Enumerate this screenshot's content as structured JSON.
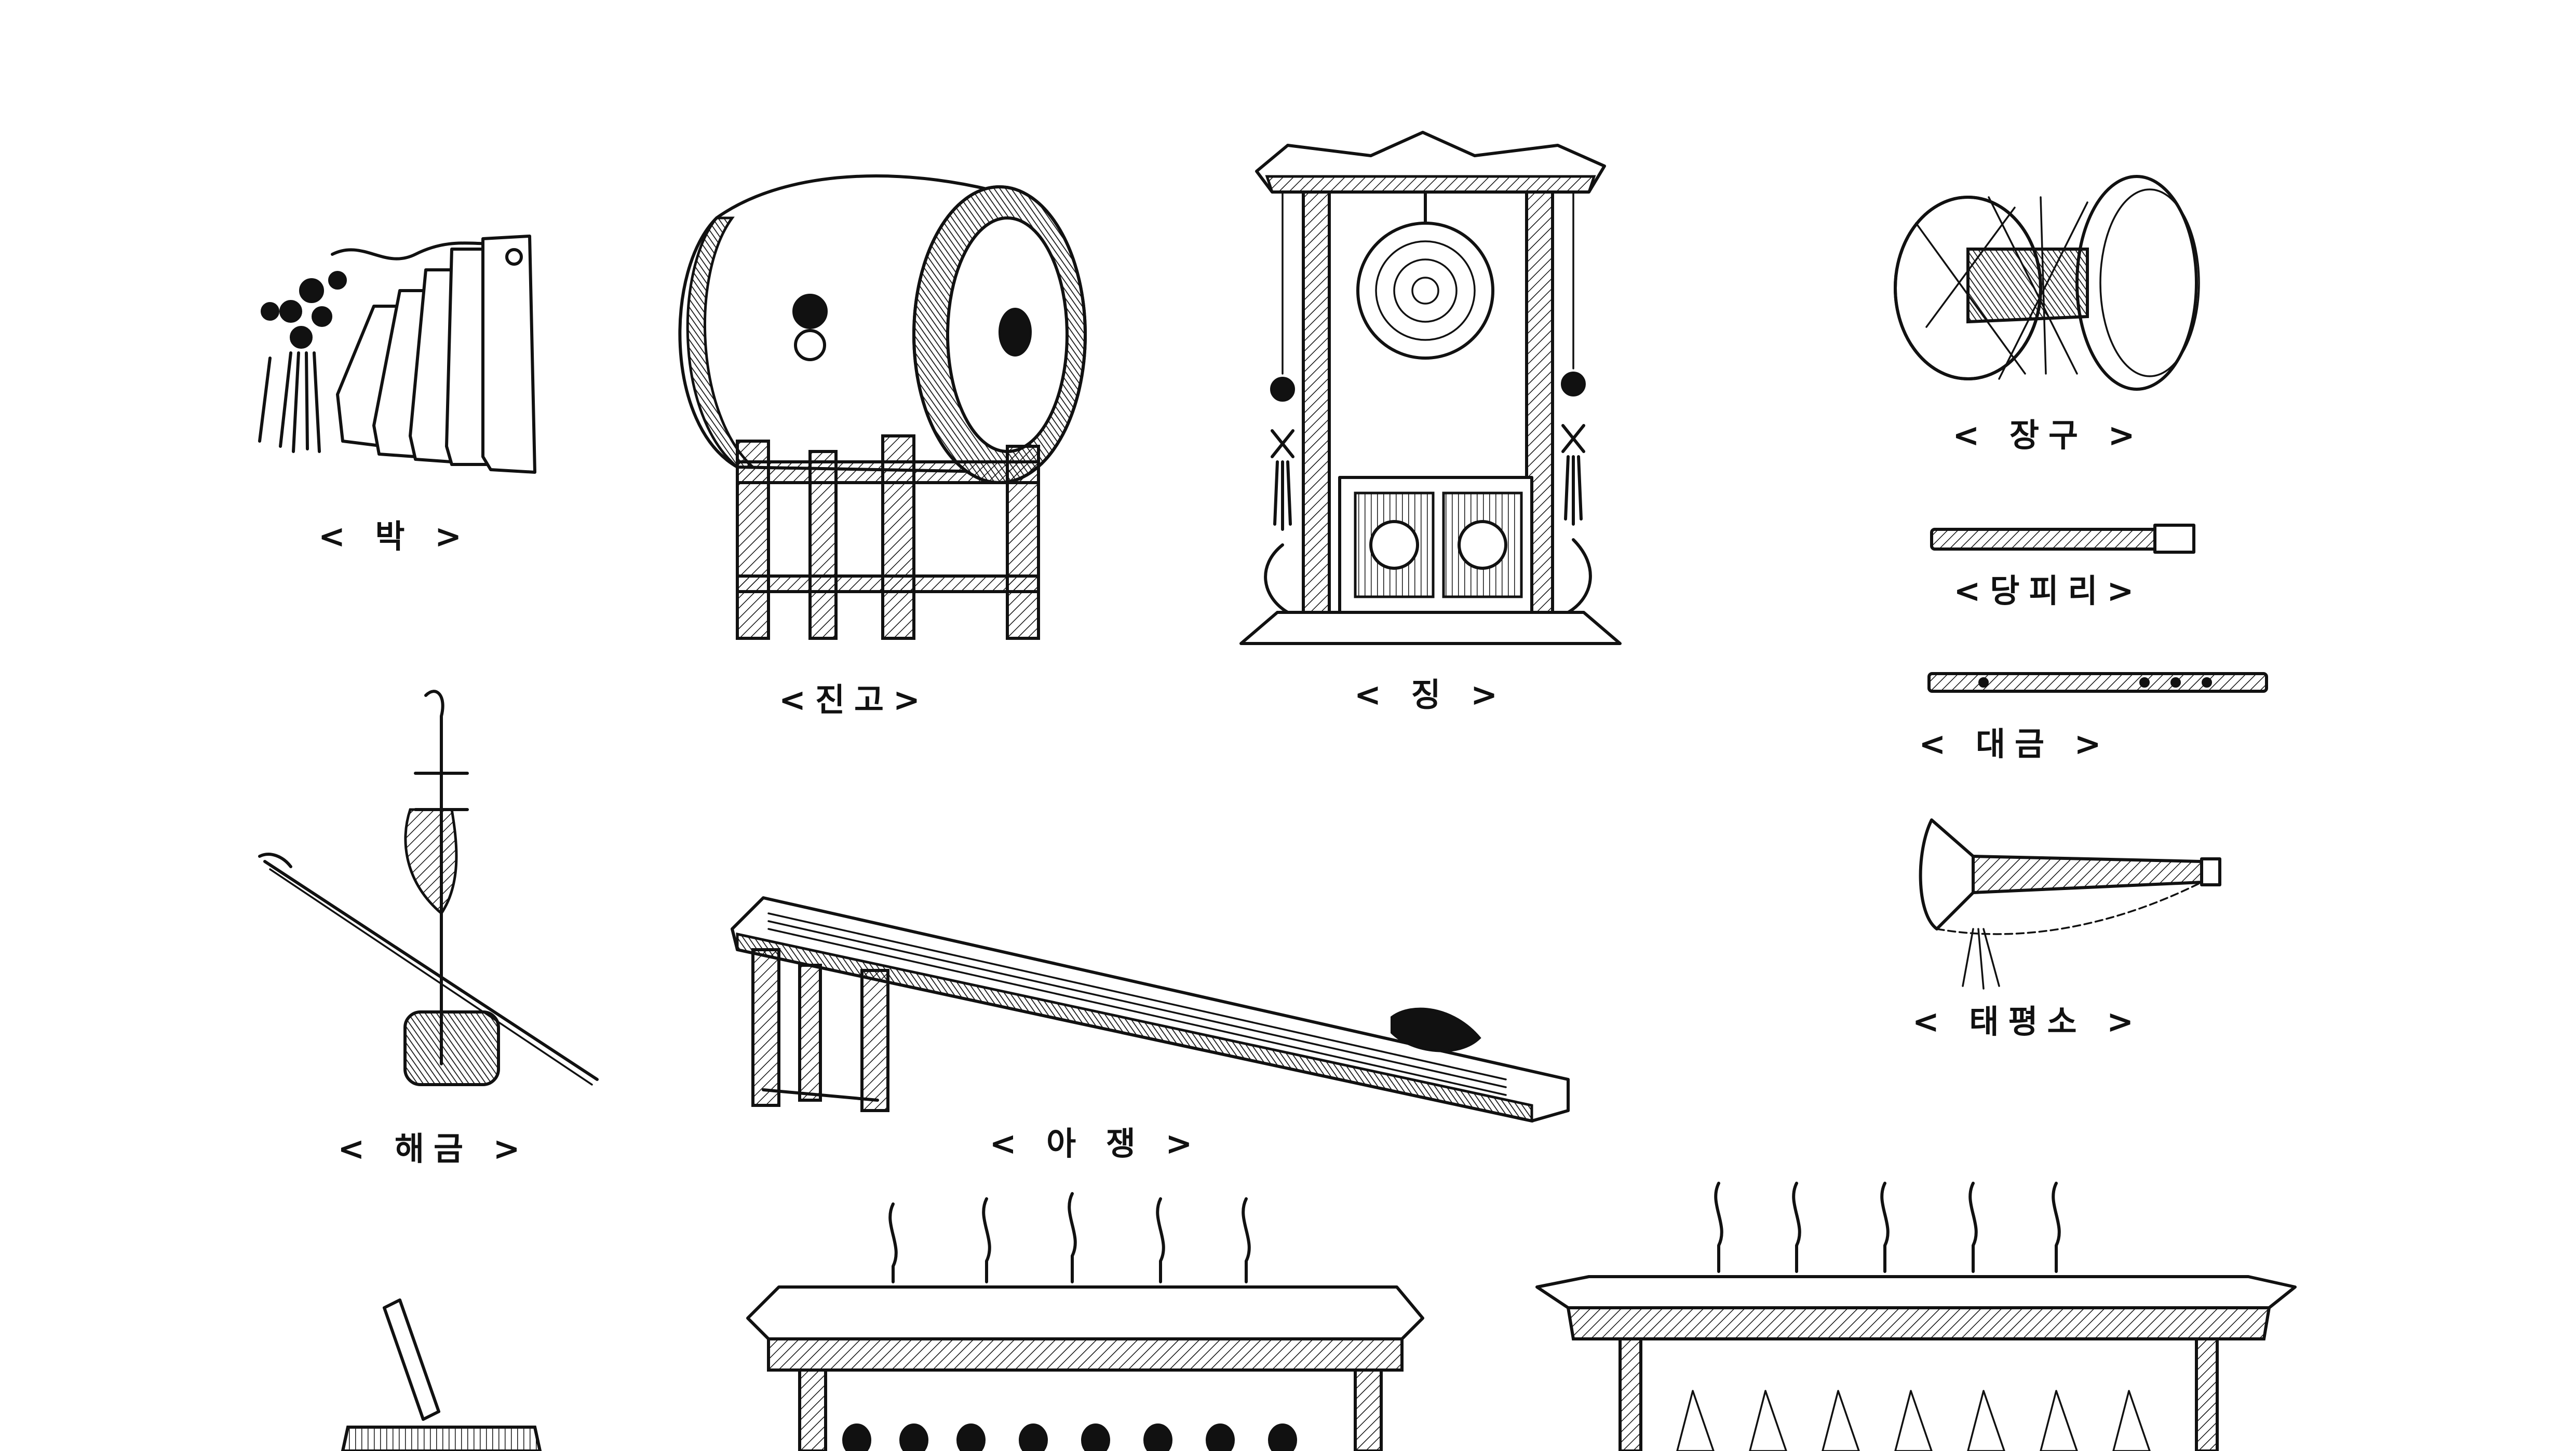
{
  "instruments": [
    {
      "id": "bak",
      "label": "< 박 >"
    },
    {
      "id": "jingo",
      "label": "<진고>"
    },
    {
      "id": "jing",
      "label": "< 징 >"
    },
    {
      "id": "janggu",
      "label": "< 장구 >"
    },
    {
      "id": "dangpiri",
      "label": "<당피리>"
    },
    {
      "id": "daegeum",
      "label": "< 대금 >"
    },
    {
      "id": "taepyeongso",
      "label": "< 태평소 >"
    },
    {
      "id": "haegeum",
      "label": "< 해금 >"
    },
    {
      "id": "ajaeng",
      "label": "< 아 쟁 >"
    },
    {
      "id": "bangnaegi",
      "label": ""
    },
    {
      "id": "pyeonjong",
      "label": ""
    },
    {
      "id": "pyeongyeong",
      "label": ""
    }
  ],
  "colors": {
    "ink": "#111111",
    "paper": "#ffffff"
  }
}
